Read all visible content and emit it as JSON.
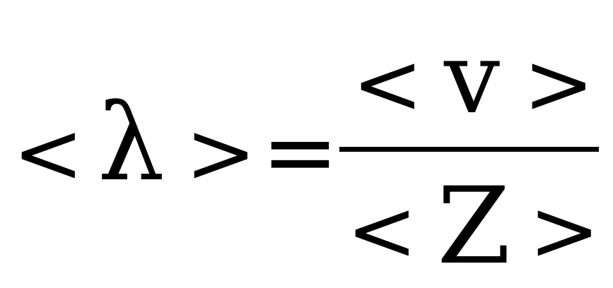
{
  "formula": {
    "lhs": {
      "open": "<",
      "symbol": "λ",
      "close": ">"
    },
    "equals": "=",
    "numerator": {
      "open": "<",
      "symbol": "v",
      "close": ">"
    },
    "denominator": {
      "open": "<",
      "symbol": "Z",
      "close": ">"
    }
  }
}
